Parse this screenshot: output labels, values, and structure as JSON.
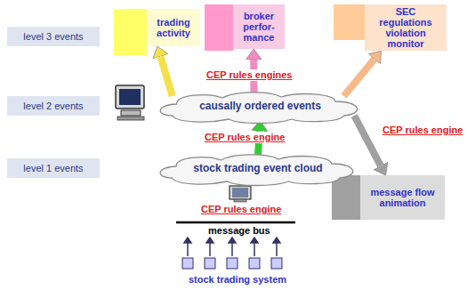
{
  "diagram": {
    "nodes": [
      {
        "text": [
          "level 3 events"
        ]
      },
      {
        "text": [
          "trading activity"
        ]
      },
      {
        "text": [
          "broker perfor- mance"
        ]
      },
      {
        "text": [
          "SEC regulations violation monitor"
        ]
      },
      {
        "text": [
          "level 2 events"
        ]
      },
      {
        "text": [
          "causally ordered events"
        ]
      },
      {
        "text": [
          "level 1 events"
        ]
      },
      {
        "text": [
          "stock trading event cloud"
        ]
      },
      {
        "text": [
          "message flow animation"
        ]
      }
    ],
    "edges": [
      {
        "from": 5,
        "to": 2,
        "arrow": "to"
      },
      {
        "from": 5,
        "to": 3,
        "arrow": "to"
      },
      {
        "from": 5,
        "to": 1,
        "arrow": "to"
      },
      {
        "from": 7,
        "to": 5,
        "arrow": "to"
      },
      {
        "from": 5,
        "to": 8,
        "arrow": "to"
      }
    ],
    "labels": [
      "CEP rules engines",
      "CEP rules engine",
      "CEP rules engine",
      "CEP rules engine",
      "message bus",
      "stock trading system"
    ]
  }
}
